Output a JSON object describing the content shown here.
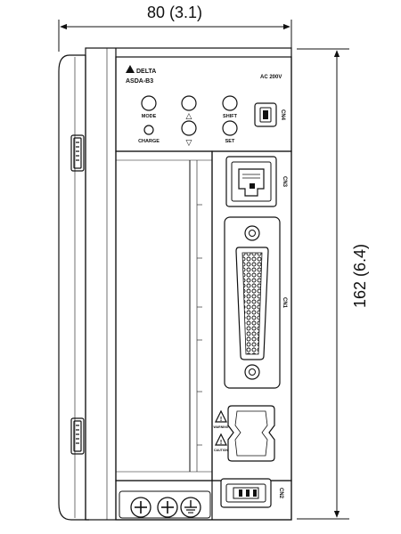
{
  "dimensions": {
    "width_label": "80 (3.1)",
    "height_label": "162 (6.4)"
  },
  "panel": {
    "brand": "DELTA",
    "model": "ASDA-B3",
    "voltage": "AC 200V"
  },
  "keypad": {
    "mode": "MODE",
    "up": "△",
    "shift": "SHIFT",
    "charge": "CHARGE",
    "down": "▽",
    "set": "SET"
  },
  "connectors": {
    "cn4": "CN4",
    "cn3": "CN3",
    "cn1": "CN1",
    "cn2": "CN2"
  },
  "warnings": {
    "w1": "WARNING",
    "w2": "CAUTION"
  }
}
